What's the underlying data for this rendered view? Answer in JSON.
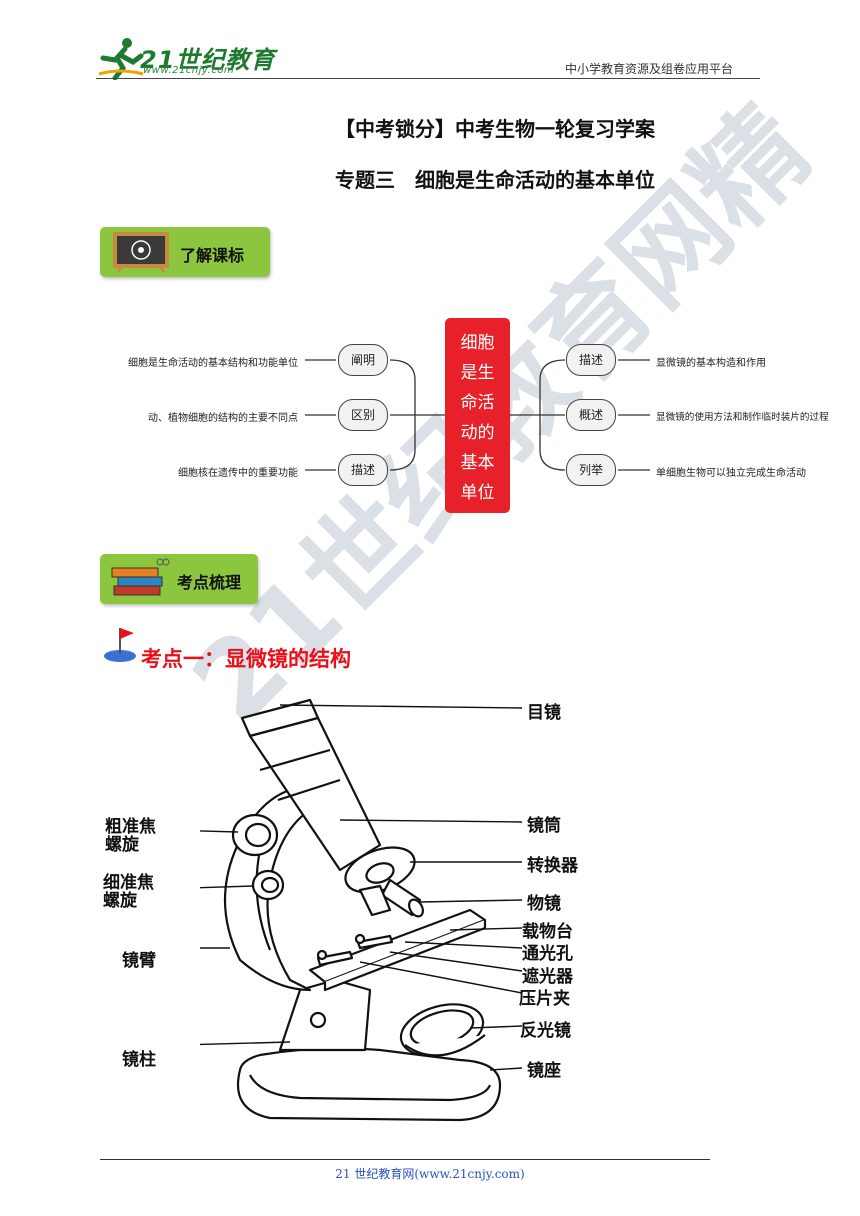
{
  "header": {
    "logo_text": "21世纪教育",
    "logo_url": "www.21cnjy.com",
    "right_text": "中小学教育资源及组卷应用平台"
  },
  "titles": {
    "main": "【中考锁分】中考生物一轮复习学案",
    "sub": "专题三　细胞是生命活动的基本单位"
  },
  "sections": {
    "standards": "了解课标",
    "points": "考点梳理"
  },
  "mind_map": {
    "center": [
      "细胞",
      "是生",
      "命活",
      "动的",
      "基本",
      "单位"
    ],
    "left": [
      {
        "tag": "阐明",
        "text": "细胞是生命活动的基本结构和功能单位"
      },
      {
        "tag": "区别",
        "text": "动、植物细胞的结构的主要不同点"
      },
      {
        "tag": "描述",
        "text": "细胞核在遗传中的重要功能"
      }
    ],
    "right": [
      {
        "tag": "描述",
        "text": "显微镜的基本构造和作用"
      },
      {
        "tag": "概述",
        "text": "显微镜的使用方法和制作临时装片的过程"
      },
      {
        "tag": "列举",
        "text": "单细胞生物可以独立完成生命活动"
      }
    ]
  },
  "kaodian": {
    "title": "考点一：显微镜的结构"
  },
  "microscope_labels": {
    "right": [
      "目镜",
      "镜筒",
      "转换器",
      "物镜",
      "载物台",
      "通光孔",
      "遮光器",
      "压片夹",
      "反光镜",
      "镜座"
    ],
    "left": [
      "粗准焦\n螺旋",
      "细准焦\n螺旋",
      "镜臂",
      "镜柱"
    ]
  },
  "watermark": "21世纪教育网精",
  "footer": {
    "text": "21 世纪教育网(www.21cnjy.com)"
  },
  "colors": {
    "brand_green": "#1d7a2f",
    "section_green": "#8cc63f",
    "center_red": "#e8202a",
    "title_red": "#e8101a",
    "footer_blue": "#2a52be"
  }
}
